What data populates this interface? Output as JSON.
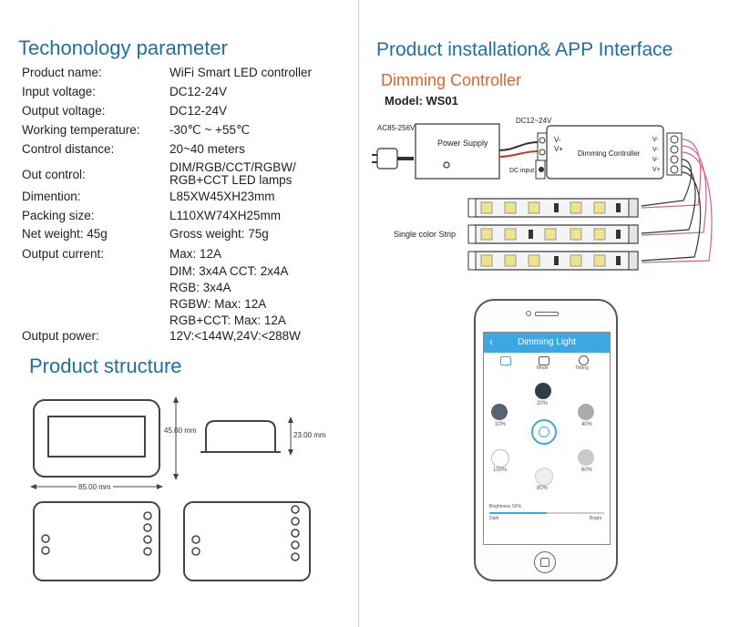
{
  "left": {
    "spec_title": "Techonology parameter",
    "specs": [
      {
        "label": "Product name:",
        "value": "WiFi Smart LED controller"
      },
      {
        "label": "Input voltage:",
        "value": "DC12-24V"
      },
      {
        "label": "Output voltage:",
        "value": "DC12-24V"
      },
      {
        "label": "Working temperature:",
        "value": "-30℃ ~ +55℃"
      },
      {
        "label": "Control distance:",
        "value": "20~40 meters"
      },
      {
        "label": "Out control:",
        "value": "DIM/RGB/CCT/RGBW/",
        "value2": "RGB+CCT LED lamps"
      },
      {
        "label": "Dimention:",
        "value": "L85XW45XH23mm"
      },
      {
        "label": "Packing size:",
        "value": "L110XW74XH25mm"
      },
      {
        "label": "Net weight: 45g",
        "value": "Gross weight: 75g"
      },
      {
        "label": "Output current:",
        "value": "Max: 12A"
      }
    ],
    "output_current_lines": [
      "DIM: 3x4A  CCT: 2x4A",
      "RGB: 3x4A",
      "RGBW: Max: 12A",
      "RGB+CCT: Max: 12A"
    ],
    "output_power": {
      "label": "Output power:",
      "value": "12V:<144W,24V:<288W"
    },
    "structure_title": "Product structure",
    "dims": {
      "height": "45.00 mm",
      "thickness": "23.00 mm",
      "length": "85.00 mm"
    }
  },
  "right": {
    "title": "Product installation& APP Interface",
    "subtitle": "Dimming Controller",
    "model": "Model: WS01",
    "diagram": {
      "ac_label": "AC85-256V",
      "power_supply": "Power Supply",
      "dc_label": "DC12~24V",
      "v_minus": "V-",
      "v_plus": "V+",
      "dc_input": "DC input",
      "dimming_controller": "Dimming Controller",
      "strip_label": "Single color Strip"
    },
    "app": {
      "header": "Dimming Light",
      "tabs": [
        "Mode",
        "Timing"
      ],
      "levels": [
        "20%",
        "10%",
        "40%",
        "100%",
        "60%",
        "80%"
      ],
      "brightness": "Brightness 50%",
      "min": "Dark",
      "max": "Bright"
    },
    "colors": {
      "accent": "#1f6fa0",
      "orange": "#e0632b",
      "app_header": "#3ea6e0"
    }
  }
}
